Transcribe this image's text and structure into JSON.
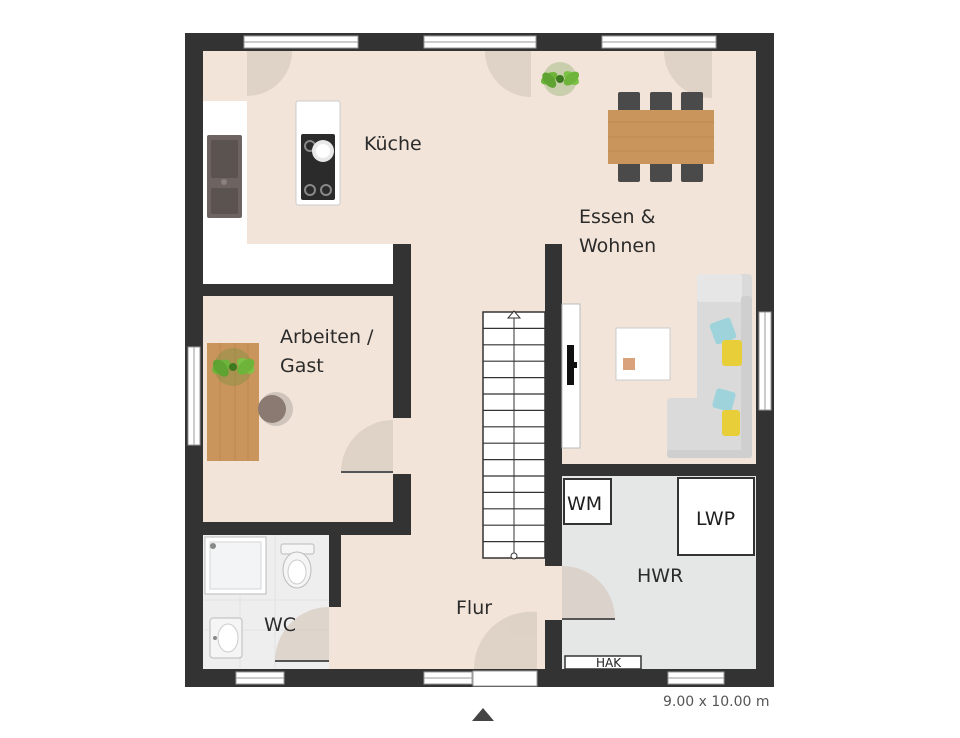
{
  "rooms": {
    "kueche": "Küche",
    "essen_line1": "Essen &",
    "essen_line2": "Wohnen",
    "arbeiten_line1": "Arbeiten /",
    "arbeiten_line2": "Gast",
    "wc": "WC",
    "flur": "Flur",
    "hwr": "HWR"
  },
  "fixtures": {
    "wm": "WM",
    "lwp": "LWP",
    "hak": "HAK"
  },
  "dimensions": "9.00 x 10.00 m",
  "colors": {
    "wall": "#333333",
    "floor": "#f2e4d8",
    "utility_floor": "#e4e7e6",
    "wet_floor": "#eeeeee",
    "window": "#ffffff",
    "door_swing": "#d8ccc2",
    "wood": "#c9955c",
    "chair": "#4a4a4a",
    "sofa": "#dadada",
    "cushion_yellow": "#e8cf3a",
    "cushion_blue": "#9fd3dc",
    "plant": "#6fb43a"
  },
  "icons": [
    "plant-icon",
    "stove-icon",
    "sink-icon",
    "toilet-icon",
    "shower-icon",
    "tv-icon",
    "entrance-arrow-icon"
  ]
}
